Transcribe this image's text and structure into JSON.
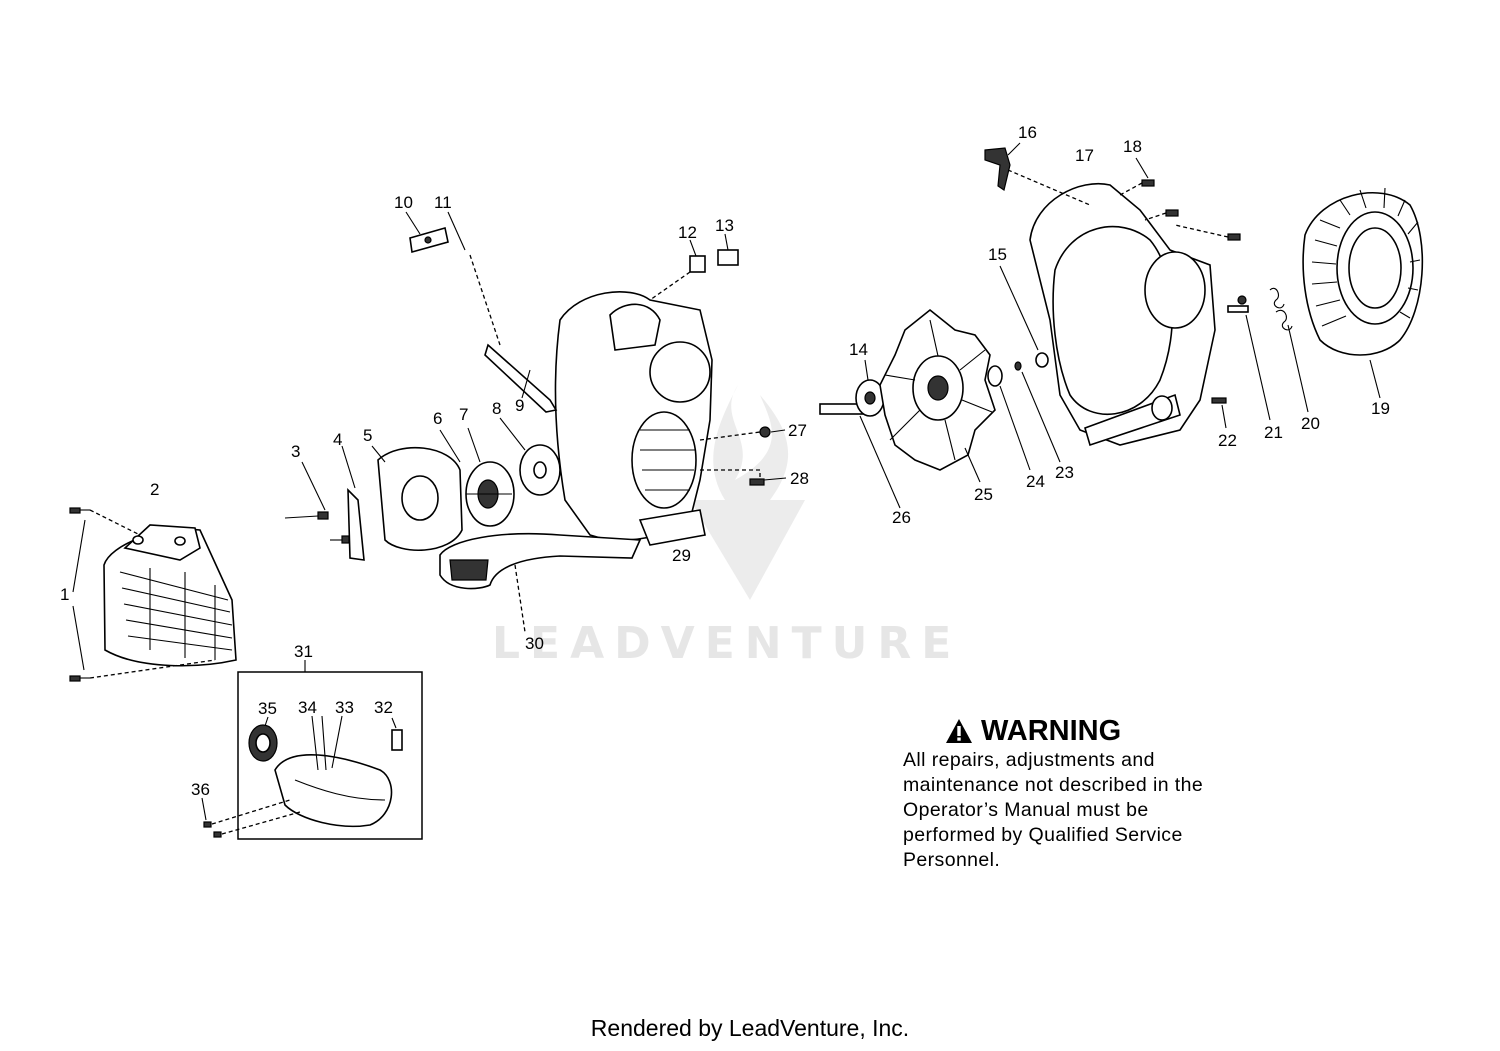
{
  "watermark": "LEADVENTURE",
  "warning": {
    "title": "WARNING",
    "body": "All repairs, adjustments and maintenance not described in the Operator’s Manual must be performed by Qualified Service Personnel."
  },
  "callouts": {
    "c1": "1",
    "c2": "2",
    "c3": "3",
    "c4": "4",
    "c5": "5",
    "c6": "6",
    "c7": "7",
    "c8": "8",
    "c9": "9",
    "c10": "10",
    "c11": "11",
    "c12": "12",
    "c13": "13",
    "c14": "14",
    "c15": "15",
    "c16": "16",
    "c17": "17",
    "c18": "18",
    "c19": "19",
    "c20": "20",
    "c21": "21",
    "c22": "22",
    "c23": "23",
    "c24": "24",
    "c25": "25",
    "c26": "26",
    "c27": "27",
    "c28": "28",
    "c29": "29",
    "c30": "30",
    "c31": "31",
    "c32": "32",
    "c33": "33",
    "c34": "34",
    "c35": "35",
    "c36": "36"
  },
  "footer": "Rendered by LeadVenture, Inc.",
  "icons": {
    "warning": "warning-triangle-icon"
  }
}
